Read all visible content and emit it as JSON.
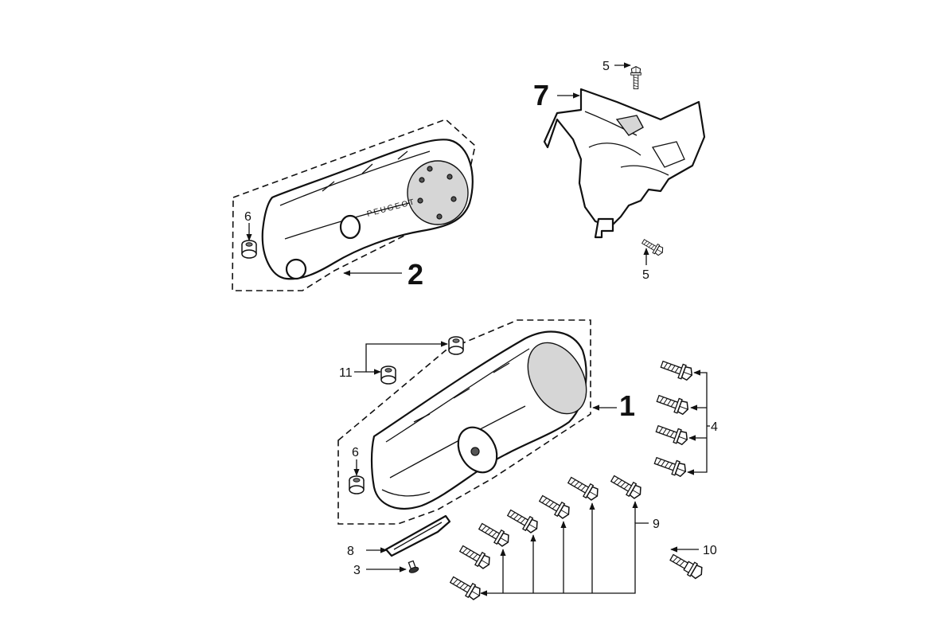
{
  "callouts": {
    "c1": "1",
    "c2": "2",
    "c3": "3",
    "c4": "4",
    "c5_top": "5",
    "c5_bottom": "5",
    "c6_upper": "6",
    "c6_lower": "6",
    "c7": "7",
    "c8": "8",
    "c9": "9",
    "c10": "10",
    "c11": "11"
  },
  "brand_text": "PEUGEOT",
  "colors": {
    "line": "#111111",
    "background": "#ffffff",
    "shade": "#d6d6d6"
  }
}
